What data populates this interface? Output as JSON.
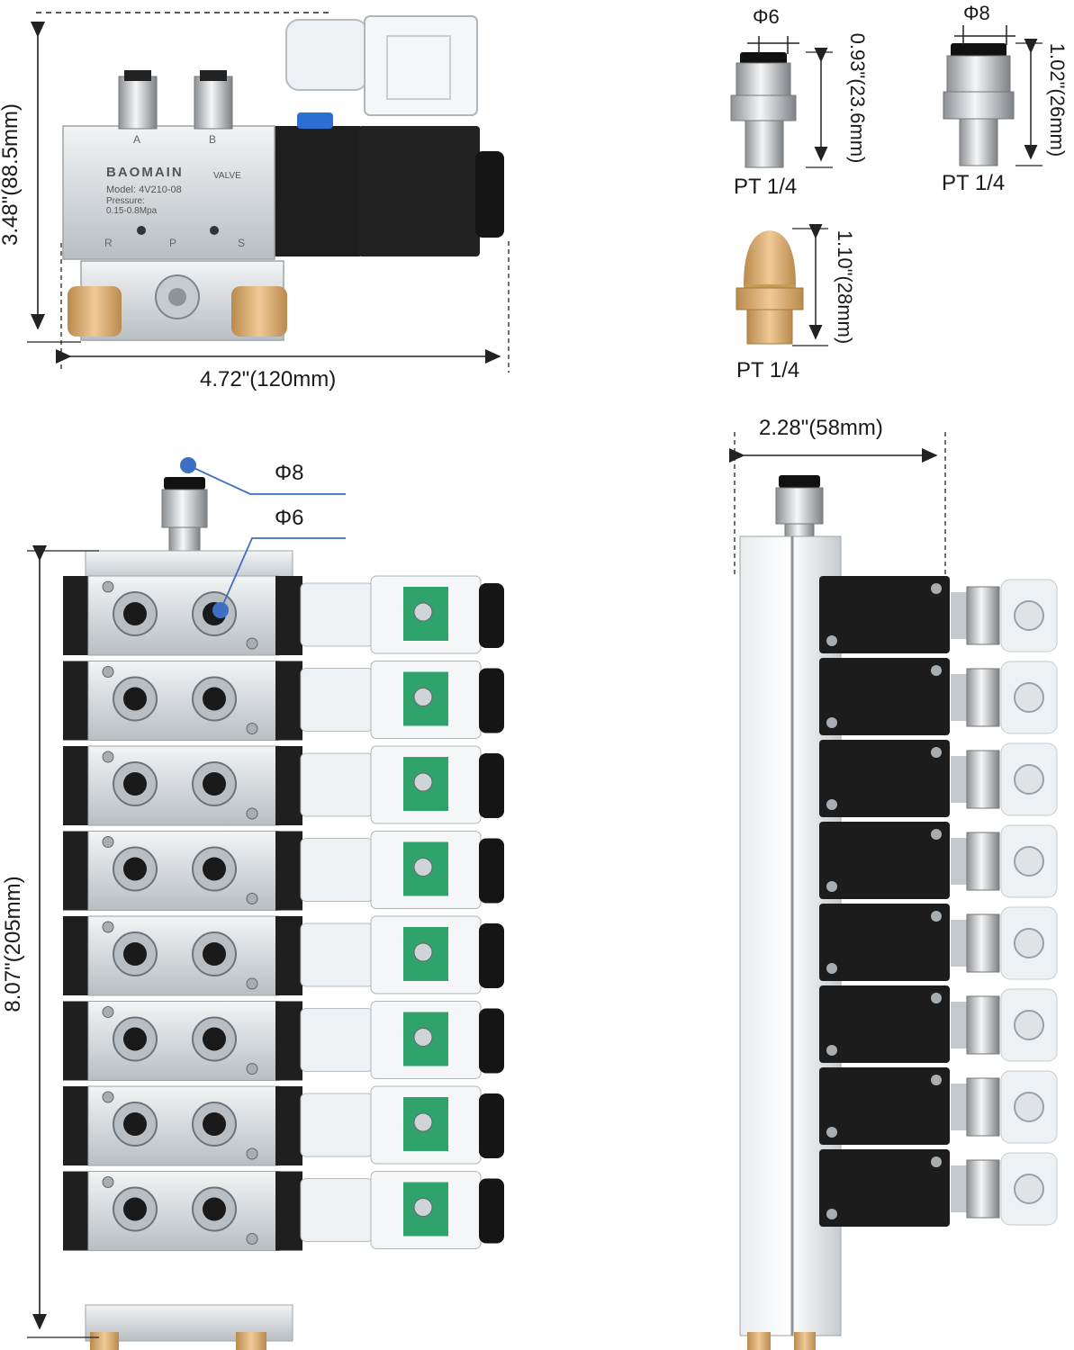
{
  "single_valve": {
    "brand": "BAOMAIN",
    "brand_suffix": "VALVE",
    "model": "Model: 4V210-08",
    "pressure_label": "Pressure:",
    "pressure_range": "0.15-0.8Mpa",
    "port_a": "A",
    "port_b": "B",
    "port_r": "R",
    "port_p": "P",
    "port_s": "S",
    "height_dim": "3.48\"(88.5mm)",
    "width_dim": "4.72\"(120mm)"
  },
  "fittings": {
    "fitting_6": {
      "diameter": "Φ6",
      "height_dim": "0.93\"(23.6mm)",
      "thread": "PT 1/4"
    },
    "fitting_8": {
      "diameter": "Φ8",
      "height_dim": "1.02\"(26mm)",
      "thread": "PT 1/4"
    },
    "muffler": {
      "height_dim": "1.10\"(28mm)",
      "thread": "PT 1/4"
    }
  },
  "manifold_front": {
    "inlet_diameter": "Φ8",
    "outlet_diameter": "Φ6",
    "height_dim": "8.07\"(205mm)",
    "valve_count": 8
  },
  "manifold_side": {
    "width_dim": "2.28\"(58mm)"
  },
  "colors": {
    "aluminum": "#d9dde0",
    "coil_black": "#1c1c1c",
    "brass": "#d9a86a",
    "pcb_green": "#2fa36b",
    "callout_blue": "#3d6fc4",
    "dim_line": "#222222"
  }
}
